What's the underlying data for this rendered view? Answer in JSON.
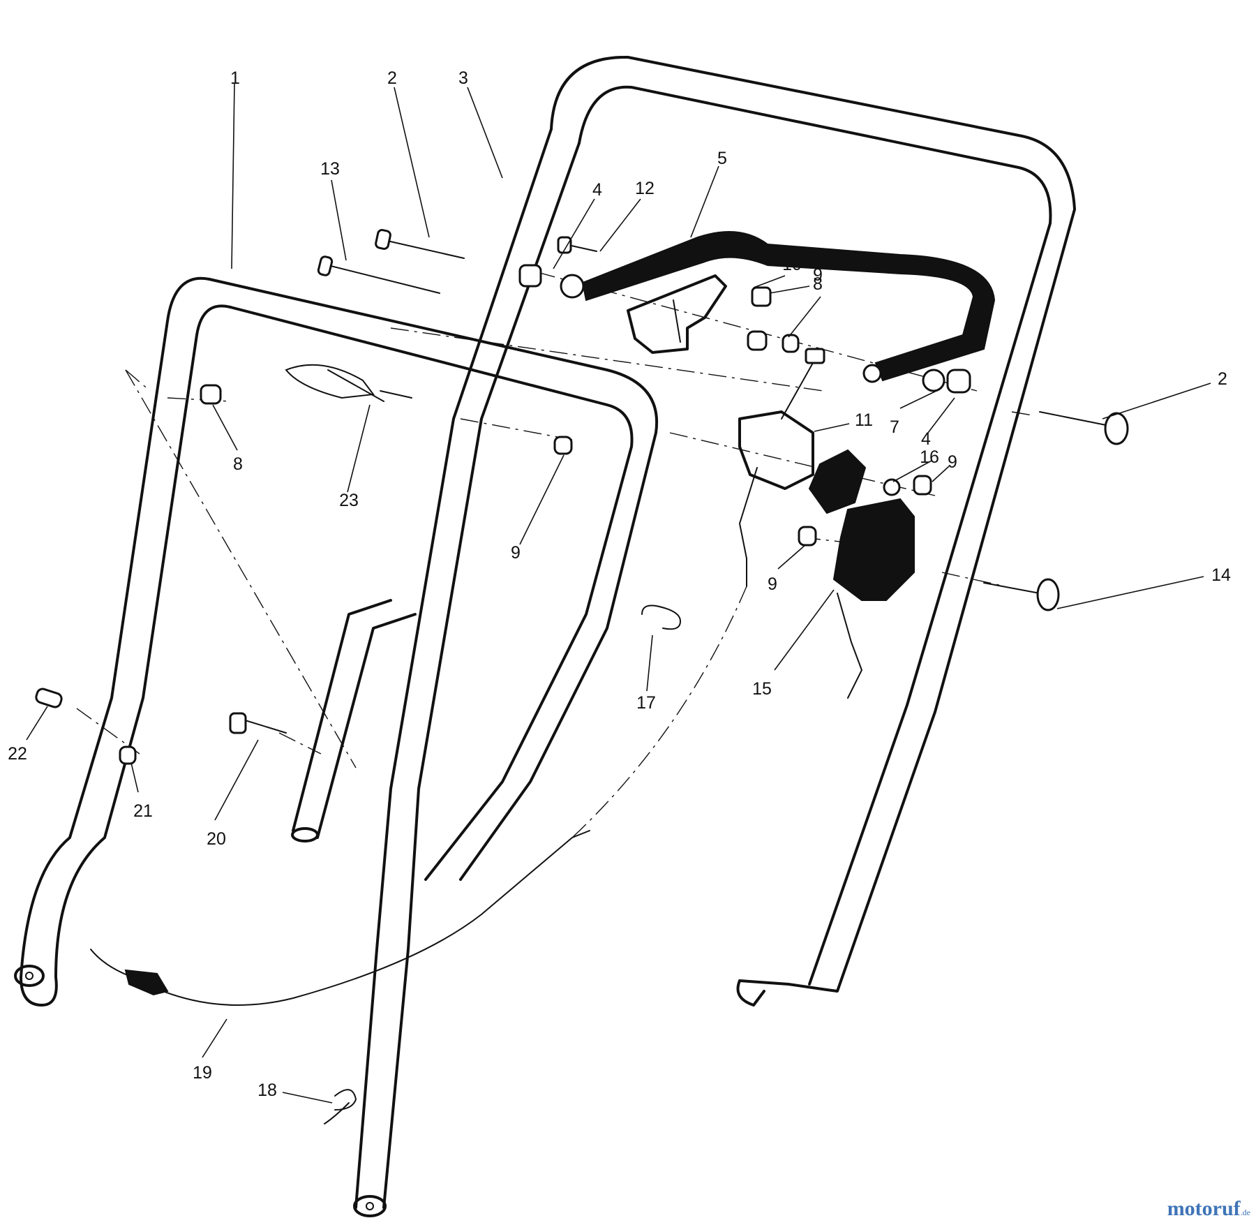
{
  "callouts": [
    {
      "label": "1"
    },
    {
      "label": "2"
    },
    {
      "label": "3"
    },
    {
      "label": "13"
    },
    {
      "label": "4"
    },
    {
      "label": "12"
    },
    {
      "label": "5"
    },
    {
      "label": "10"
    },
    {
      "label": "9"
    },
    {
      "label": "8"
    },
    {
      "label": "2"
    },
    {
      "label": "7"
    },
    {
      "label": "4"
    },
    {
      "label": "11"
    },
    {
      "label": "16"
    },
    {
      "label": "9"
    },
    {
      "label": "8"
    },
    {
      "label": "23"
    },
    {
      "label": "9"
    },
    {
      "label": "9"
    },
    {
      "label": "14"
    },
    {
      "label": "15"
    },
    {
      "label": "17"
    },
    {
      "label": "22"
    },
    {
      "label": "21"
    },
    {
      "label": "20"
    },
    {
      "label": "19"
    },
    {
      "label": "18"
    }
  ],
  "watermark": {
    "text": "motoruf",
    "suffix": ".de",
    "color": "#3f74b8"
  }
}
